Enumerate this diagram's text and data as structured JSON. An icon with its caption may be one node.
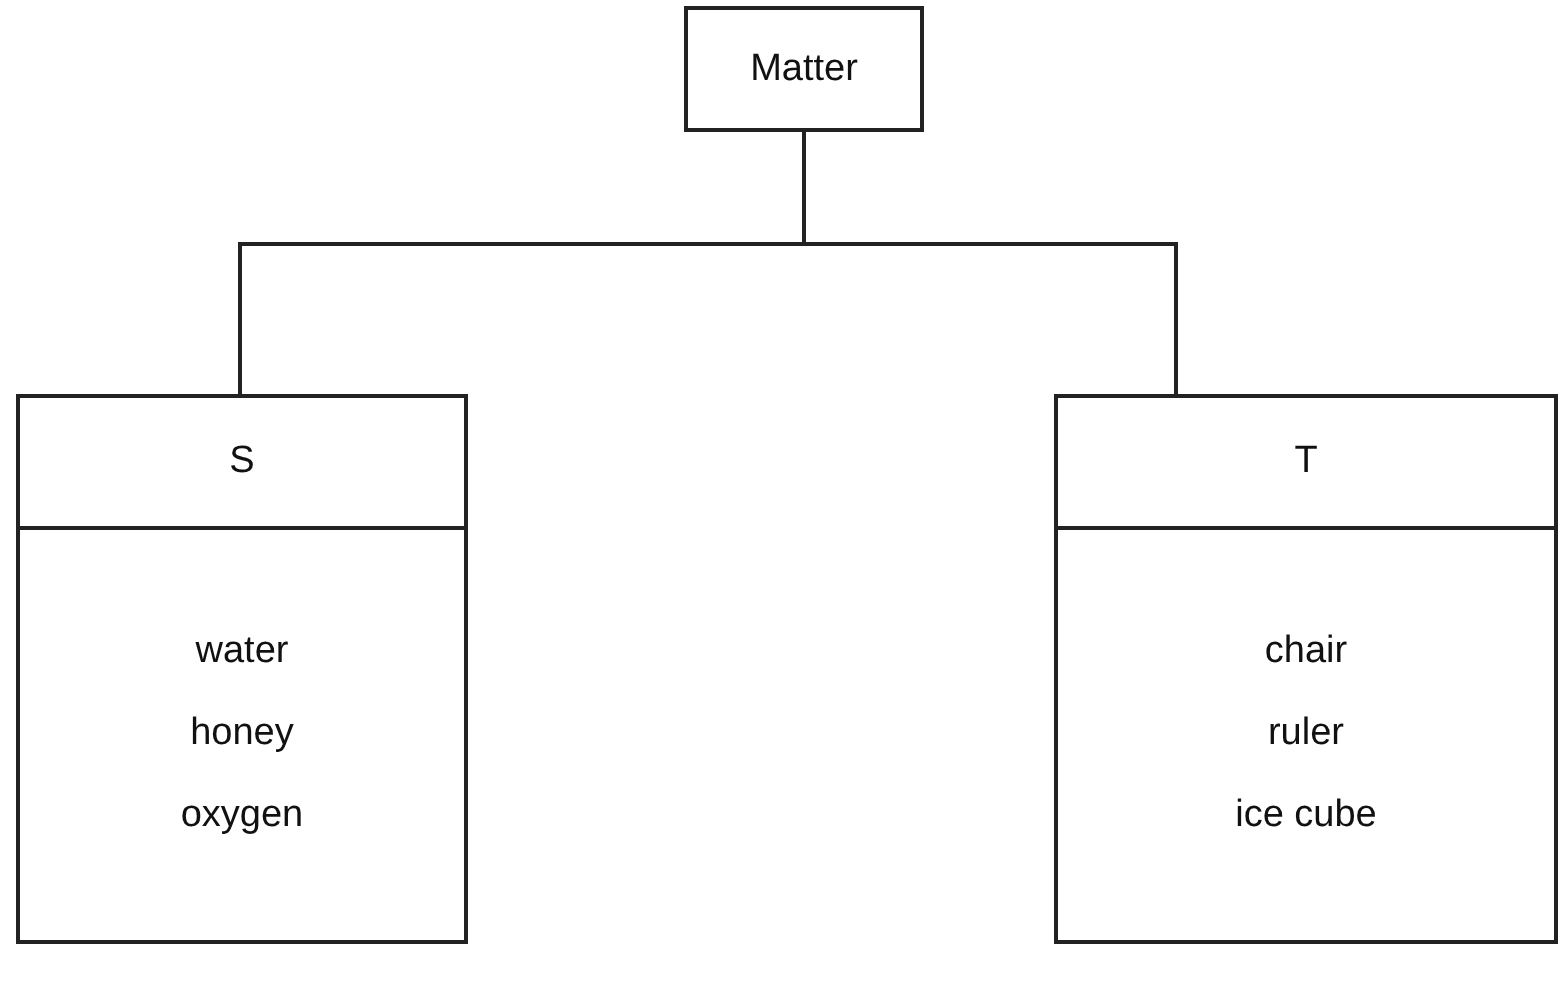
{
  "diagram": {
    "nodes": [
      {
        "text": [
          "Matter"
        ]
      },
      {
        "text": [
          "S",
          "water",
          "honey",
          "oxygen"
        ]
      },
      {
        "text": [
          "T",
          "chair",
          "ruler",
          "ice cube"
        ]
      }
    ],
    "edges": [
      {
        "from": 0,
        "to": 1,
        "arrow": "none"
      },
      {
        "from": 0,
        "to": 2,
        "arrow": "none"
      }
    ]
  }
}
